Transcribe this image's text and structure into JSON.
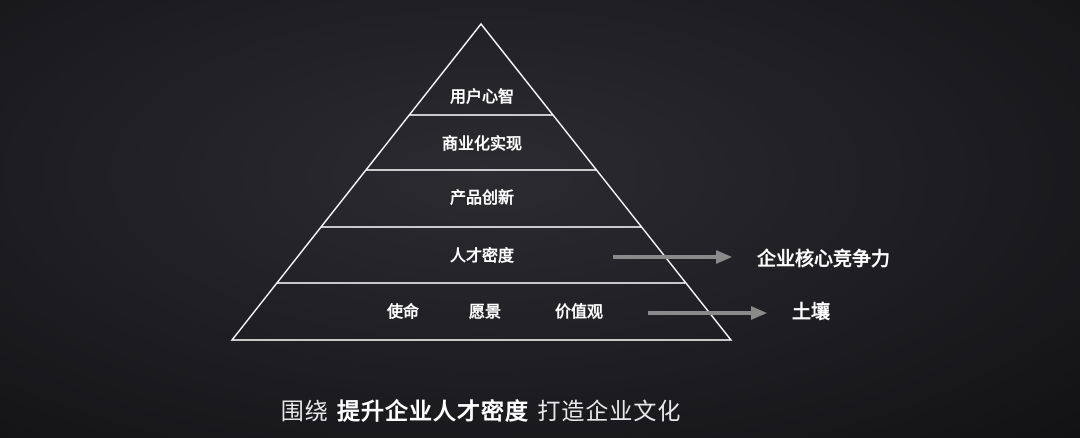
{
  "pyramid": {
    "levels": [
      "用户心智",
      "商业化实现",
      "产品创新",
      "人才密度"
    ],
    "base": [
      "使命",
      "愿景",
      "价值观"
    ]
  },
  "annotations": {
    "core": "企业核心竞争力",
    "soil": "土壤"
  },
  "caption": {
    "prefix": "围绕",
    "highlight": "提升企业人才密度",
    "suffix": "打造企业文化"
  },
  "colors": {
    "line": "#ffffff",
    "arrow": "#8a8a8a"
  }
}
